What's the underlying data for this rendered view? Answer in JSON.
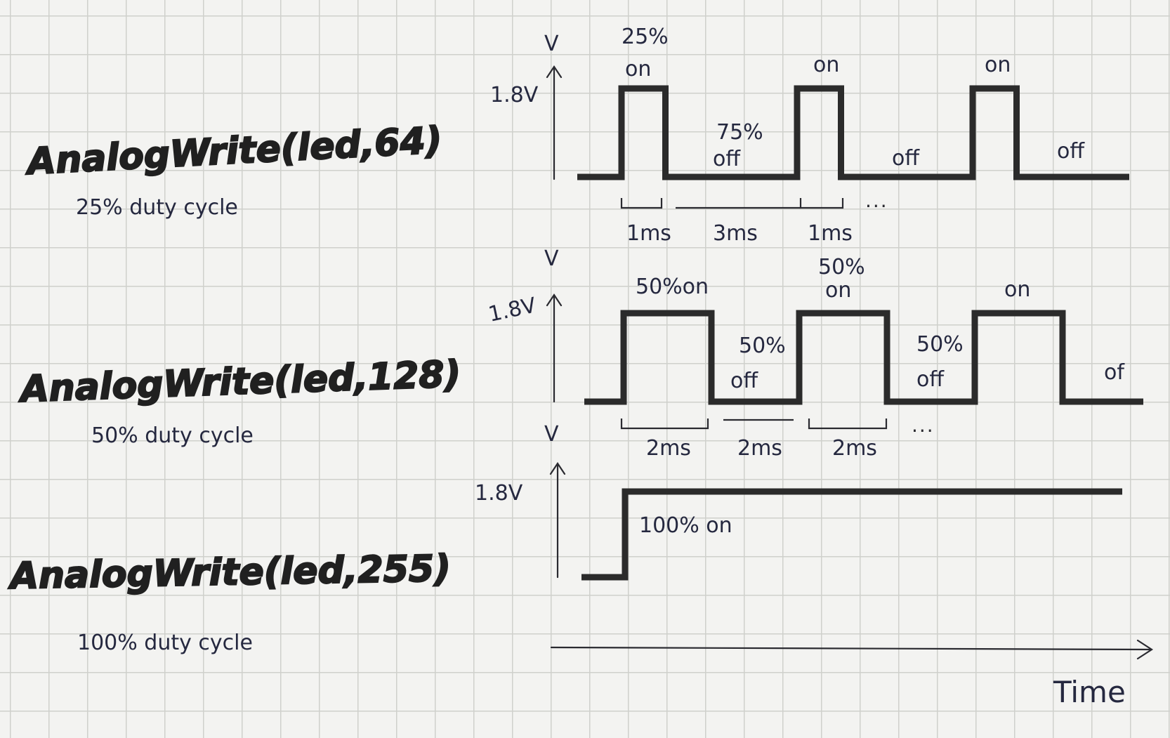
{
  "rows": [
    {
      "function_label": "AnalogWrite(led,64)",
      "duty_label": "25% duty cycle",
      "v_label": "V",
      "v_level": "1.8V",
      "duty_cycle_fraction": 0.25,
      "annotations": [
        "25%",
        "on",
        "on",
        "on",
        "75%",
        "off",
        "off",
        "off"
      ],
      "durations": [
        "1ms",
        "3ms",
        "1ms"
      ],
      "continuation": "..."
    },
    {
      "function_label": "AnalogWrite(led,128)",
      "duty_label": "50% duty cycle",
      "v_label": "V",
      "v_level": "1.8V",
      "duty_cycle_fraction": 0.5,
      "annotations": [
        "50%on",
        "50%",
        "on",
        "on",
        "50%",
        "off",
        "50%",
        "off",
        "of"
      ],
      "durations": [
        "2ms",
        "2ms",
        "2ms"
      ],
      "continuation": "..."
    },
    {
      "function_label": "AnalogWrite(led,255)",
      "duty_label": "100% duty cycle",
      "v_label": "V",
      "v_level": "1.8V",
      "duty_cycle_fraction": 1.0,
      "annotations": [
        "100% on"
      ]
    }
  ],
  "time_axis": {
    "label": "Time"
  }
}
